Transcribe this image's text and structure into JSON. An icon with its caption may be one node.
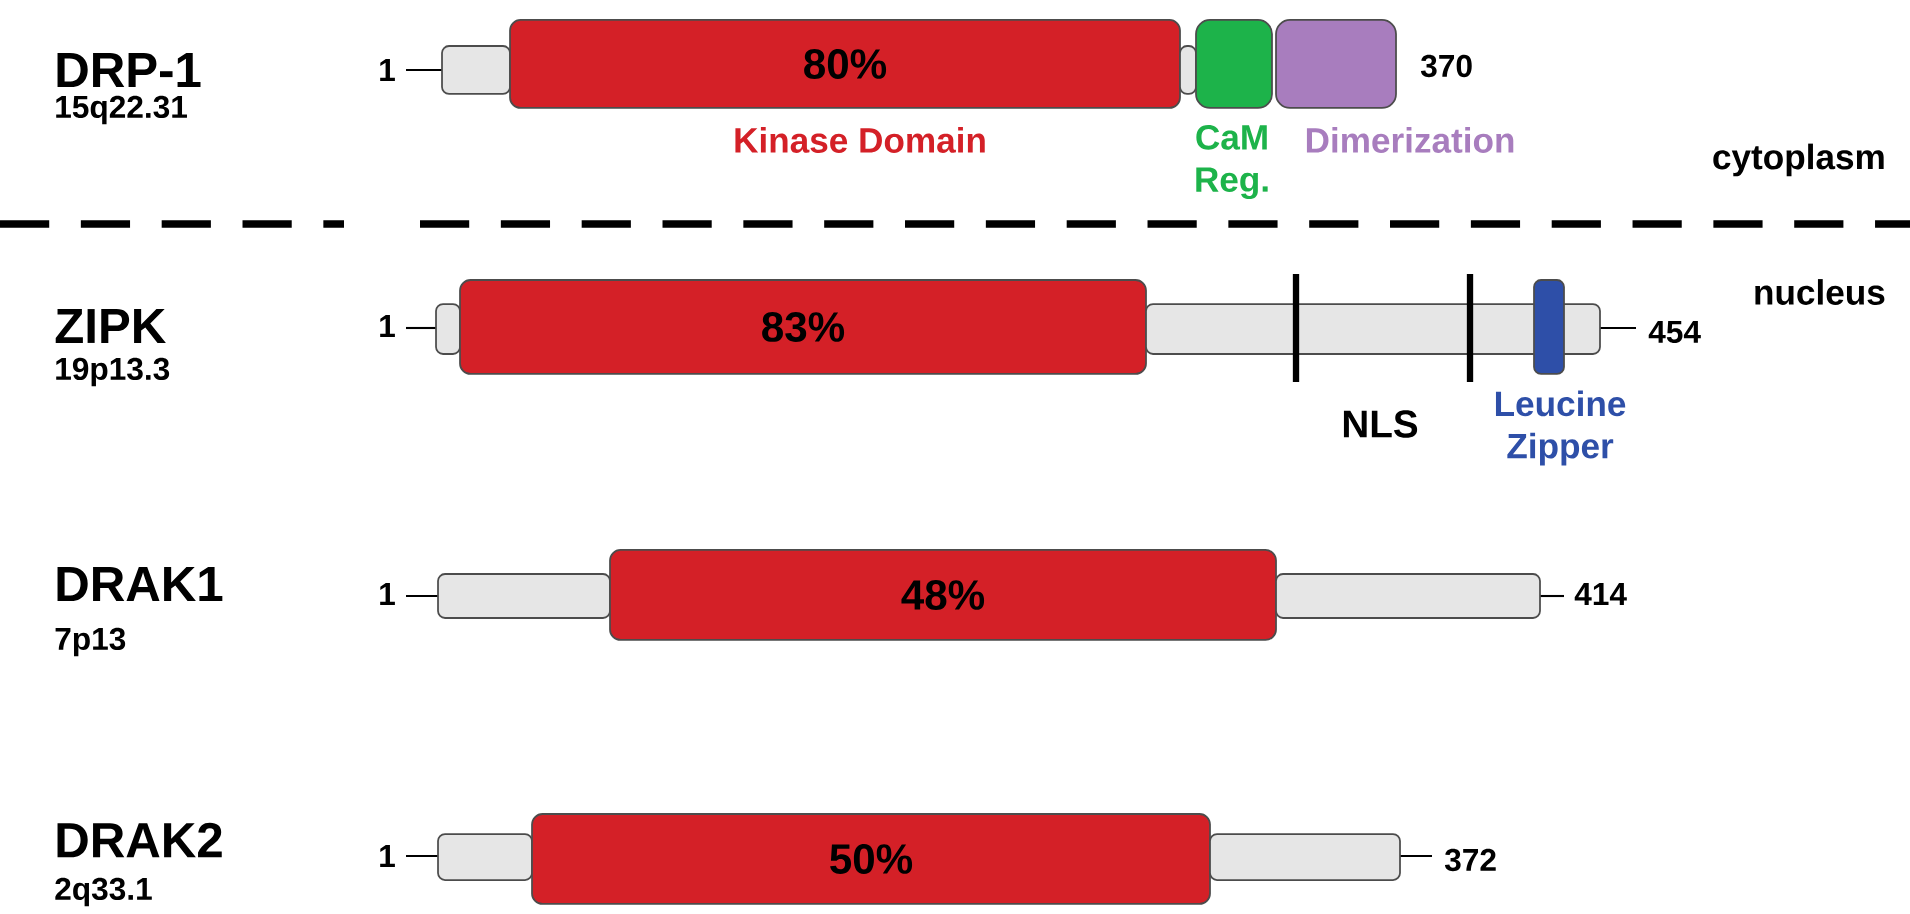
{
  "diagram": {
    "nodes": [
      {
        "text": [],
        "shape": "bar",
        "beside": [
          "1"
        ]
      },
      {
        "text": [
          "80%"
        ],
        "beside": [
          "Kinase Domain"
        ]
      },
      {
        "text": [],
        "shape": "bar"
      },
      {
        "text": [],
        "shape": "box",
        "beside": [
          "CaM Reg."
        ]
      },
      {
        "text": [],
        "shape": "box",
        "beside": [
          "Dimerization",
          "370"
        ]
      },
      {
        "text": [],
        "shape": "bar",
        "beside": [
          "1"
        ]
      },
      {
        "text": [
          "83%"
        ]
      },
      {
        "text": [],
        "shape": "bar",
        "beside": [
          "454"
        ]
      },
      {
        "text": [],
        "shape": "bar",
        "beside": [
          "Leucine Zipper"
        ]
      },
      {
        "text": [],
        "shape": "bar",
        "beside": [
          "1"
        ]
      },
      {
        "text": [
          "48%"
        ]
      },
      {
        "text": [],
        "shape": "bar",
        "beside": [
          "414"
        ]
      },
      {
        "text": [],
        "shape": "bar",
        "beside": [
          "1"
        ]
      },
      {
        "text": [
          "50%"
        ]
      },
      {
        "text": [],
        "shape": "bar",
        "beside": [
          "372"
        ]
      }
    ],
    "labels": [
      "DRP-1",
      "15q22.31",
      "cytoplasm",
      "nucleus",
      "ZIPK",
      "19p13.3",
      "NLS",
      "DRAK1",
      "7p13",
      "DRAK2",
      "2q33.1"
    ]
  }
}
